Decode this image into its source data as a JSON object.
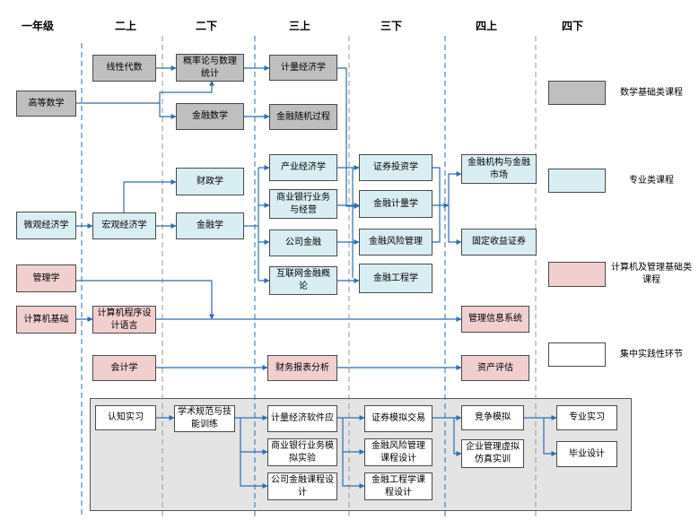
{
  "semesters": [
    "一年级",
    "二上",
    "二下",
    "三上",
    "三下",
    "四上",
    "四下"
  ],
  "courses": {
    "gaodeng": "高等数学",
    "xianxing": "线性代数",
    "gailv": "概率论与数理统计",
    "jinrongshuxue": "金融数学",
    "jiliang": "计量经济学",
    "suiji": "金融随机过程",
    "weiguan": "微观经济学",
    "hongguan": "宏观经济学",
    "caizheng": "财政学",
    "jinrongxue": "金融学",
    "chanye": "产业经济学",
    "shangye": "商业银行业务与经营",
    "gongsi": "公司金融",
    "hulianwang": "互联网金融概论",
    "zhengquan": "证券投资学",
    "jinrongjiliang": "金融计量学",
    "fengxian": "金融风险管理",
    "gongcheng": "金融工程学",
    "jigou": "金融机构与金融市场",
    "guding": "固定收益证券",
    "guanlixue": "管理学",
    "jisuanji": "计算机基础",
    "chengxu": "计算机程序设计语言",
    "xinxi": "管理信息系统",
    "kuaiji": "会计学",
    "caiwu": "财务报表分析",
    "zichan": "资产评估"
  },
  "practice": {
    "renzhi": "认知实习",
    "xueshu": "学术规范与技能训练",
    "jiliangruanjian": "计量经济软件应",
    "shangyemoni": "商业银行业务模拟实验",
    "gongsikecheng": "公司金融课程设计",
    "zhengquanmoni": "证券模拟交易",
    "fengxiankecheng": "金融风险管理课程设计",
    "gongchengkecheng": "金融工程学课程设计",
    "jingzheng": "竞争模拟",
    "qiye": "企业管理虚拟仿真实训",
    "zhuanye": "专业实习",
    "biye": "毕业设计"
  },
  "legend": {
    "math": "数学基础类课程",
    "major": "专业类课程",
    "computer": "计算机及管理基础类课程",
    "practice": "集中实践性环节"
  },
  "colors": {
    "math": "#bfbfbf",
    "major": "#d9eef3",
    "computer": "#f2cfcf",
    "practice": "#ffffff",
    "arrow": "#2f6db5"
  }
}
